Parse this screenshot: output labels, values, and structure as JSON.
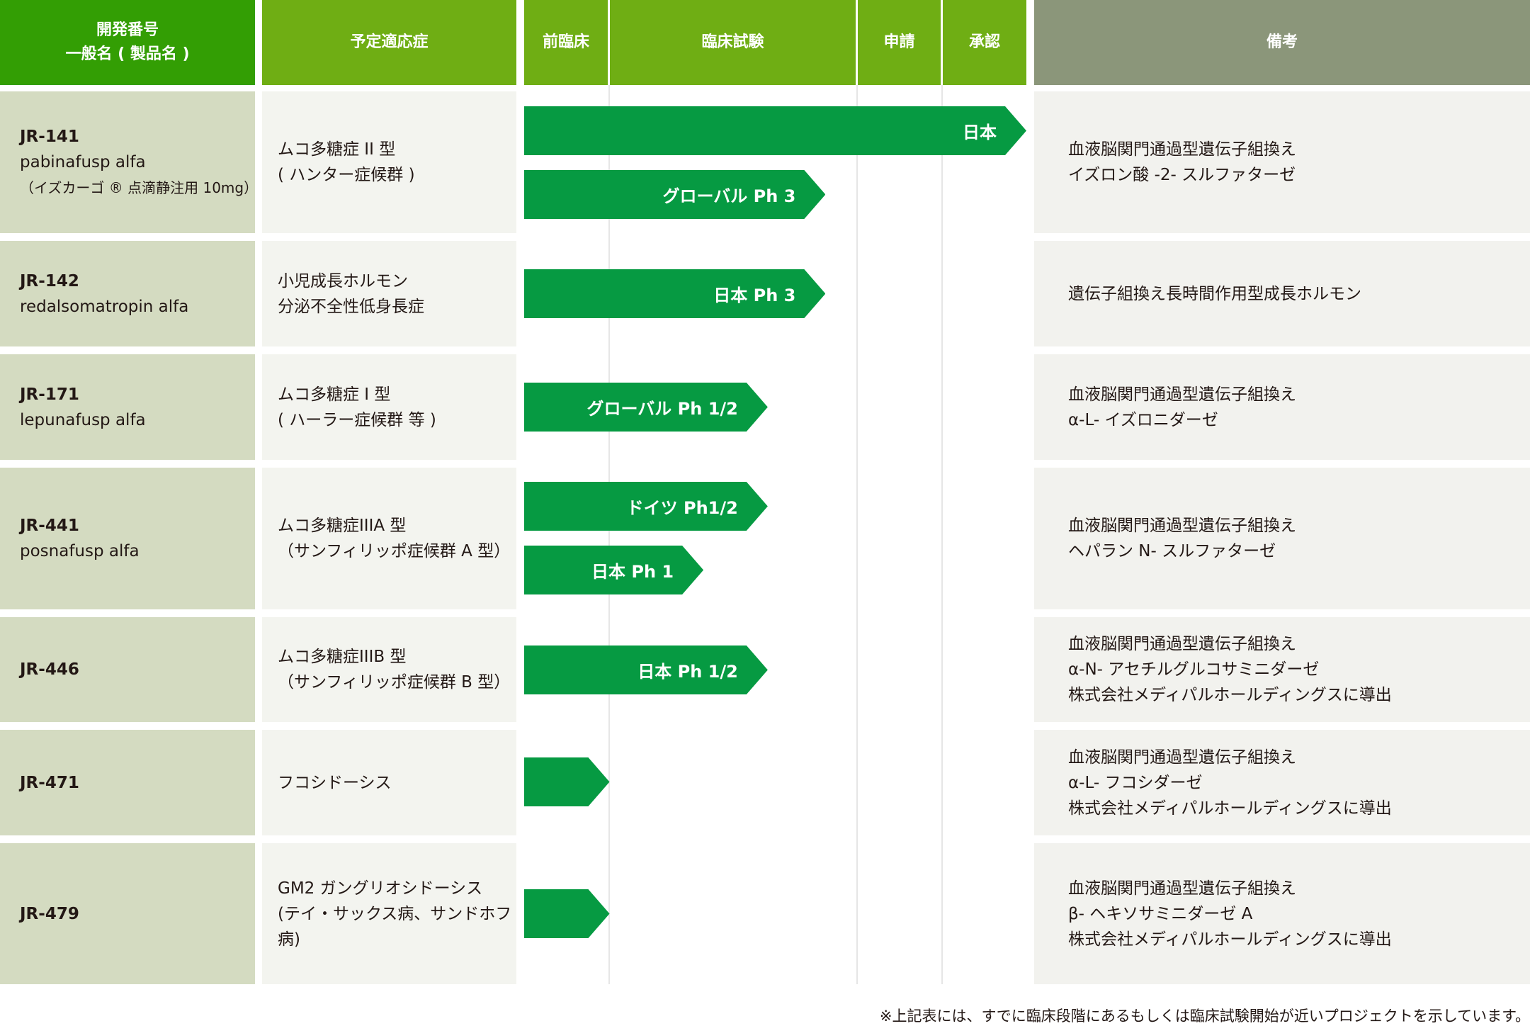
{
  "header": {
    "col1_line1": "開発番号",
    "col1_line2": "一般名 ( 製品名 )",
    "col2": "予定適応症",
    "stages": [
      "前臨床",
      "臨床試験",
      "申請",
      "承認"
    ],
    "notes": "備考"
  },
  "colors": {
    "header_dark": "#339e04",
    "header_light": "#6fae14",
    "header_notes": "#8b967a",
    "arrow": "#069a42"
  },
  "rows": [
    {
      "code": "JR-141",
      "name": "pabinafusp alfa",
      "product": "（イズカーゴ ® 点滴静注用 10mg）",
      "indication": [
        "ムコ多糖症 II 型",
        "( ハンター症候群 )"
      ],
      "arrows": [
        {
          "label": "日本",
          "progress_pct": 100
        },
        {
          "label": "グローバル Ph 3",
          "progress_pct": 60
        }
      ],
      "notes": [
        "血液脳関門通過型遺伝子組換え",
        "イズロン酸 -2- スルファターゼ"
      ]
    },
    {
      "code": "JR-142",
      "name": "redalsomatropin alfa",
      "indication": [
        "小児成長ホルモン",
        "分泌不全性低身長症"
      ],
      "arrows": [
        {
          "label": "日本 Ph 3",
          "progress_pct": 60
        }
      ],
      "notes": [
        "遺伝子組換え長時間作用型成長ホルモン"
      ]
    },
    {
      "code": "JR-171",
      "name": "lepunafusp alfa",
      "indication": [
        "ムコ多糖症 I 型",
        "( ハーラー症候群 等 )"
      ],
      "arrows": [
        {
          "label": "グローバル Ph 1/2",
          "progress_pct": 48.5
        }
      ],
      "notes": [
        "血液脳関門通過型遺伝子組換え",
        "α-L- イズロニダーゼ"
      ]
    },
    {
      "code": "JR-441",
      "name": "posnafusp alfa",
      "indication": [
        "ムコ多糖症IIIA 型",
        "（サンフィリッポ症候群 A 型）"
      ],
      "arrows": [
        {
          "label": "ドイツ Ph1/2",
          "progress_pct": 48.5
        },
        {
          "label": "日本 Ph 1",
          "progress_pct": 35.7
        }
      ],
      "notes": [
        "血液脳関門通過型遺伝子組換え",
        "ヘパラン N- スルファターゼ"
      ]
    },
    {
      "code": "JR-446",
      "indication": [
        "ムコ多糖症IIIB 型",
        "（サンフィリッポ症候群 B 型）"
      ],
      "arrows": [
        {
          "label": "日本 Ph 1/2",
          "progress_pct": 48.5
        }
      ],
      "notes": [
        "血液脳関門通過型遺伝子組換え",
        "α-N- アセチルグルコサミニダーゼ",
        "株式会社メディパルホールディングスに導出"
      ]
    },
    {
      "code": "JR-471",
      "indication": [
        "フコシドーシス"
      ],
      "arrows": [
        {
          "label": "",
          "progress_pct": 17
        }
      ],
      "notes": [
        "血液脳関門通過型遺伝子組換え",
        "α-L- フコシダーゼ",
        "株式会社メディパルホールディングスに導出"
      ]
    },
    {
      "code": "JR-479",
      "indication": [
        "GM2 ガングリオシドーシス",
        "(テイ・サックス病、サンドホフ病)"
      ],
      "arrows": [
        {
          "label": "",
          "progress_pct": 17
        }
      ],
      "notes": [
        "血液脳関門通過型遺伝子組換え",
        "β- ヘキソサミニダーゼ A",
        "株式会社メディパルホールディングスに導出"
      ]
    }
  ],
  "footnote": "※上記表には、すでに臨床段階にあるもしくは臨床試験開始が近いプロジェクトを示しています。"
}
